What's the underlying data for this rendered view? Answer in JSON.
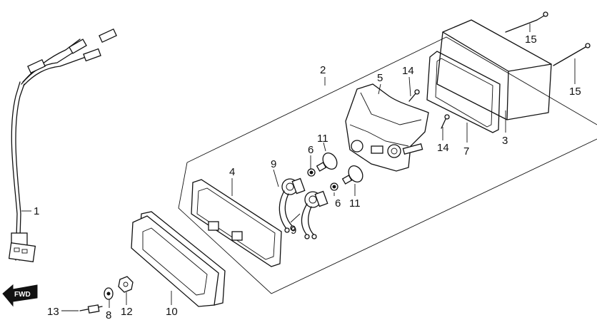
{
  "callouts": {
    "c1": "1",
    "c2": "2",
    "c3": "3",
    "c4": "4",
    "c5": "5",
    "c6a": "6",
    "c6b": "6",
    "c7": "7",
    "c8": "8",
    "c9a": "9",
    "c9b": "9",
    "c10": "10",
    "c11a": "11",
    "c11b": "11",
    "c12": "12",
    "c13": "13",
    "c14a": "14",
    "c14b": "14",
    "c15a": "15",
    "c15b": "15"
  },
  "direction_marker": {
    "label": "FWD",
    "icon": "forward-arrow-icon"
  }
}
